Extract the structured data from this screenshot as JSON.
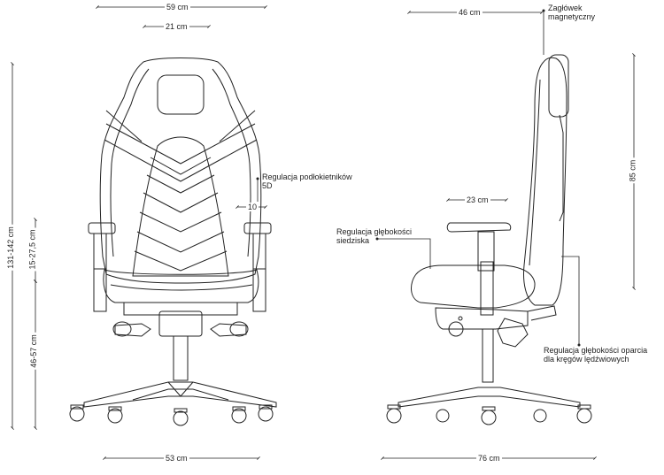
{
  "dimensions": {
    "top_width": "59 cm",
    "headrest_width": "21 cm",
    "base_width": "53 cm",
    "total_height": "131-142 cm",
    "armrest_height": "15-27,5 cm",
    "seat_height": "46-57 cm",
    "depth_top": "46 cm",
    "backrest_height": "85 cm",
    "armrest_length": "23 cm",
    "side_base": "76 cm",
    "armrest_offset": "10"
  },
  "annotations": {
    "headrest": "Zagłówek\nmagnetyczny",
    "armrest_adjust": "Regulacja podłokietników\n5D",
    "seat_depth": "Regulacja głębokości\nsiedziska",
    "lumbar": "Regulacja głębokości oparcia\ndla kręgów lędźwiowych"
  },
  "colors": {
    "line": "#222222",
    "background": "#ffffff"
  }
}
